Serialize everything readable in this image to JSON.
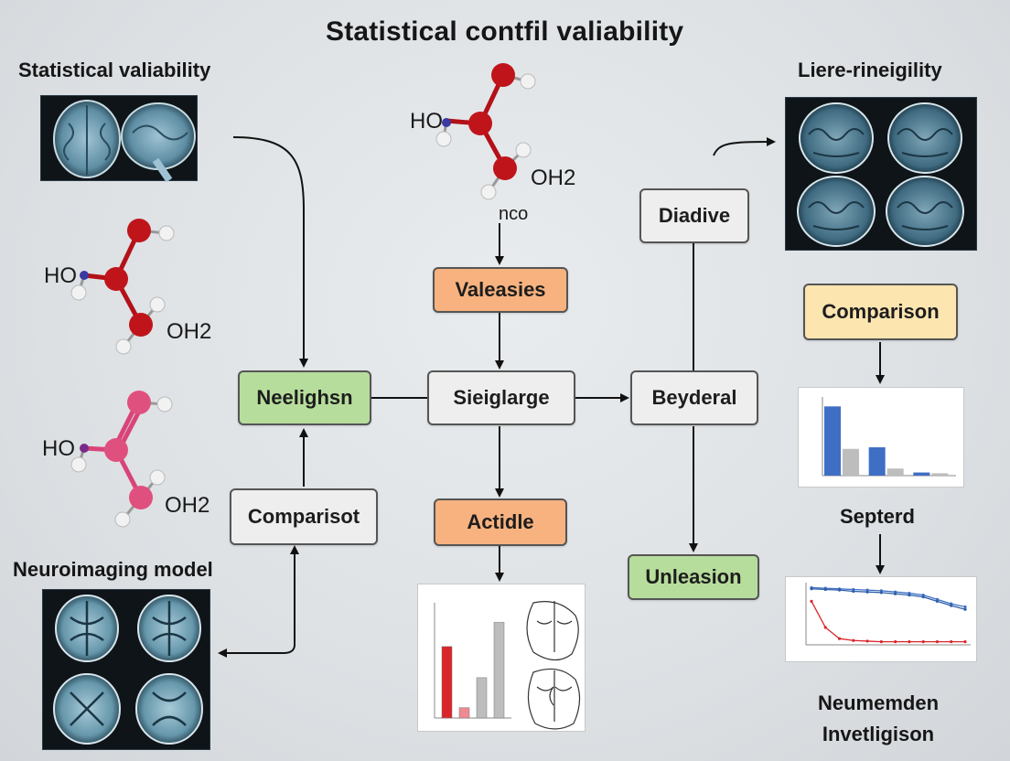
{
  "title": "Statistical contfil valiability",
  "headings": {
    "top_left": "Statistical valiability",
    "top_right": "Liere-rineigility",
    "bottom_left": "Neuroimaging model",
    "right_middle": "Septerd",
    "bottom_right": "Neumemden Invetligison"
  },
  "molecules": {
    "center": {
      "left_label": "HO",
      "right_label": "OH2",
      "caption": "nco",
      "color": "#c0141b"
    },
    "left_red": {
      "left_label": "HO",
      "right_label": "OH2",
      "color": "#c0141b"
    },
    "left_pink": {
      "left_label": "HO",
      "right_label": "OH2",
      "color": "#e0507f"
    }
  },
  "nodes": {
    "valeasies": "Valeasies",
    "neelighsn": "Neelighsn",
    "sieiglarge": "Sieiglarge",
    "beyderal": "Beyderal",
    "diadive": "Diadive",
    "comparisot": "Comparisot",
    "actidle": "Actidle",
    "unleasion": "Unleasion",
    "comparison": "Comparison"
  },
  "colors": {
    "green_node": "#b7dd9c",
    "orange_node": "#f7b27f",
    "yellow_node": "#fde5b0",
    "gray_node": "#eeeeee",
    "bar_blue": "#3f6fc4",
    "bar_red": "#d9262a",
    "bar_gray": "#bdbdbd"
  },
  "chart_data": [
    {
      "type": "bar",
      "categories": [
        "",
        "",
        ""
      ],
      "series": [
        {
          "values": [
            88,
            36,
            4
          ]
        },
        {
          "values": [
            34,
            9,
            3
          ]
        }
      ],
      "ylim": [
        0,
        100
      ]
    },
    {
      "type": "line",
      "x": [
        1,
        2,
        3,
        4,
        5,
        6,
        7,
        8,
        9,
        10,
        11,
        12
      ],
      "series": [
        {
          "values": [
            92,
            91,
            90,
            89,
            88,
            87,
            85,
            83,
            80,
            73,
            66,
            61
          ]
        },
        {
          "values": [
            90,
            89,
            88,
            86,
            85,
            84,
            82,
            80,
            77,
            70,
            63,
            57
          ]
        },
        {
          "values": [
            70,
            28,
            10,
            7,
            6,
            5,
            5,
            5,
            5,
            5,
            5,
            5
          ]
        }
      ],
      "ylim": [
        0,
        100
      ]
    },
    {
      "type": "bar",
      "categories": [
        "",
        "",
        "",
        ""
      ],
      "values": [
        62,
        9,
        35,
        83
      ],
      "ylim": [
        0,
        100
      ]
    }
  ]
}
